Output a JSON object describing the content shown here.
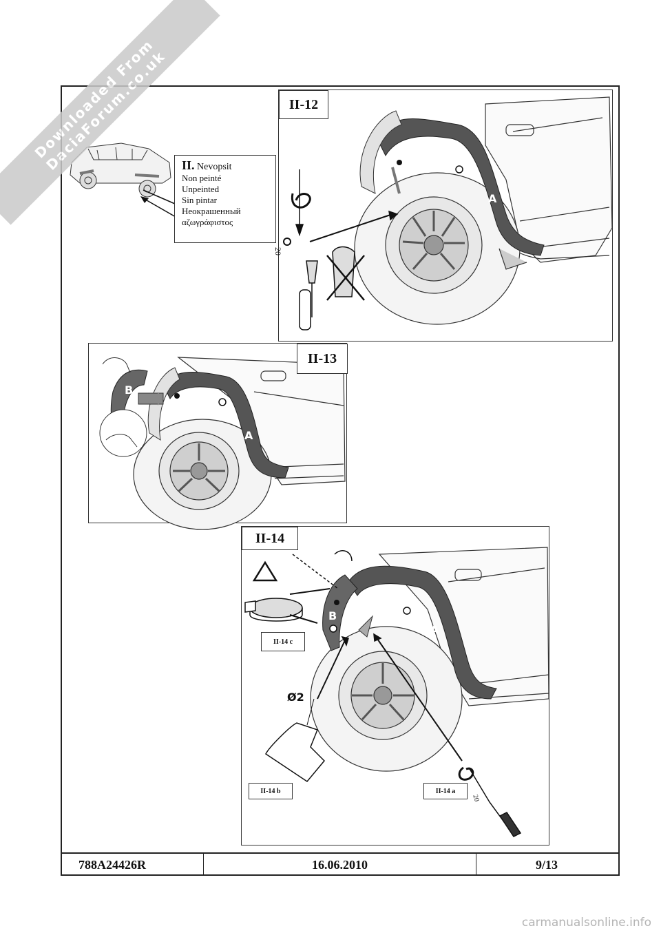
{
  "watermark": {
    "line1": "Downloaded From",
    "line2": "DaciaForum.co.uk"
  },
  "site_watermark": "carmanualsonline.info",
  "note": {
    "roman": "II.",
    "lines": [
      "Nevopsit",
      "Non peinté",
      "Unpeinted",
      "Sin pintar",
      "Неокрашенный",
      "αζωγράφιστος"
    ]
  },
  "panels": {
    "p12": {
      "label": "II-12",
      "tool_size": "20"
    },
    "p13": {
      "label": "II-13"
    },
    "p14": {
      "label": "II-14",
      "c": "II-14 c",
      "b": "II-14 b",
      "a": "II-14 a",
      "drill": "Ø2",
      "tool_size": "20"
    }
  },
  "parts": {
    "a": "A",
    "b": "B"
  },
  "footer": {
    "ref": "788A24426R",
    "date": "16.06.2010",
    "page": "9/13"
  },
  "colors": {
    "fender": "#555555",
    "line": "#333333",
    "watermark": "#c9c9c9"
  }
}
